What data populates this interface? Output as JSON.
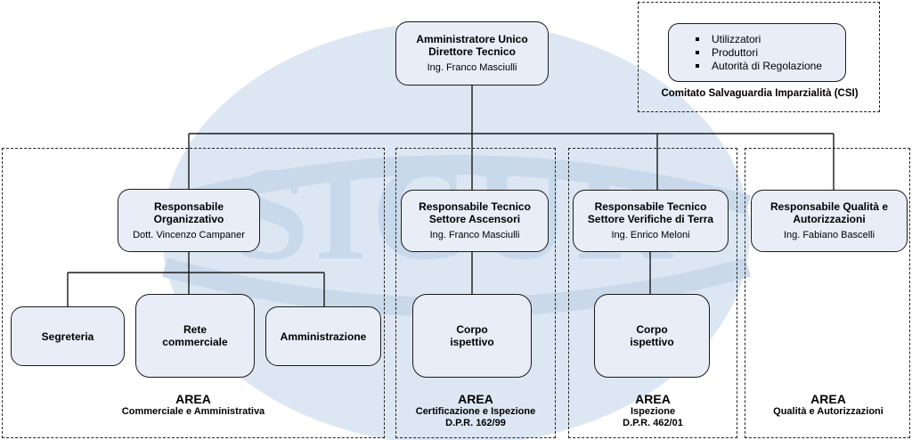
{
  "root": {
    "title1": "Amministratore Unico",
    "title2": "Direttore Tecnico",
    "name": "Ing. Franco Masciulli"
  },
  "csi": {
    "items": [
      "Utilizzatori",
      "Produttori",
      "Autorità di Regolazione"
    ],
    "caption": "Comitato Salvaguardia Imparzialità (CSI)"
  },
  "responsabili": {
    "organizzativo": {
      "title1": "Responsabile",
      "title2": "Organizzativo",
      "name": "Dott. Vincenzo Campaner"
    },
    "ascensori": {
      "title1": "Responsabile Tecnico",
      "title2": "Settore Ascensori",
      "name": "Ing. Franco Masciulli"
    },
    "terra": {
      "title1": "Responsabile Tecnico",
      "title2": "Settore Verifiche di Terra",
      "name": "Ing. Enrico Meloni"
    },
    "qualita": {
      "title1": "Responsabile Qualità e",
      "title2": "Autorizzazioni",
      "name": "Ing. Fabiano Bascelli"
    }
  },
  "units": {
    "segreteria": "Segreteria",
    "rete1": "Rete",
    "rete2": "commerciale",
    "amministrazione": "Amministrazione",
    "corpo1_a": "Corpo",
    "corpo1_b": "ispettivo",
    "corpo2_a": "Corpo",
    "corpo2_b": "ispettivo"
  },
  "areas": [
    {
      "title": "AREA",
      "line1": "Commerciale e Amministrativa",
      "line2": ""
    },
    {
      "title": "AREA",
      "line1": "Certificazione e Ispezione",
      "line2": "D.P.R. 162/99"
    },
    {
      "title": "AREA",
      "line1": "Ispezione",
      "line2": "D.P.R. 462/01"
    },
    {
      "title": "AREA",
      "line1": "Qualità e Autorizzazioni",
      "line2": ""
    }
  ],
  "colors": {
    "box_fill": "#e9edf7",
    "watermark": "#c8d9ec",
    "border": "#1a1a1a"
  },
  "watermark_text": "SICUR"
}
